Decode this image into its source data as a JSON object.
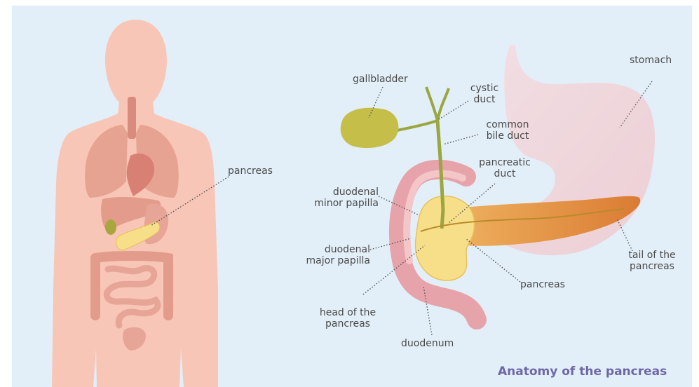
{
  "title": "Anatomy of the pancreas",
  "labels": {
    "pancreas_body": "pancreas",
    "gallbladder": "gallbladder",
    "cystic_duct": [
      "cystic",
      "duct"
    ],
    "common_bile_duct": [
      "common",
      "bile duct"
    ],
    "pancreatic_duct": [
      "pancreatic",
      "duct"
    ],
    "stomach": "stomach",
    "duodenal_minor_papilla": [
      "duodenal",
      "minor papilla"
    ],
    "duodenal_major_papilla": [
      "duodenal",
      "major papilla"
    ],
    "head_of_the_pancreas": [
      "head of the",
      "pancreas"
    ],
    "pancreas": "pancreas",
    "tail_of_the_pancreas": [
      "tail of the",
      "pancreas"
    ],
    "duodenum": "duodenum"
  },
  "colors": {
    "background": "#e3eff8",
    "body": "#f8c6b6",
    "organ": "#e39c8c",
    "pancreas": "#f7df8a",
    "pancreas_orange": "#e58a3c",
    "gallbladder": "#c5bf4a",
    "duodenum": "#e7a3aa",
    "title": "#6e67a6",
    "label": "#4a4a4a"
  }
}
